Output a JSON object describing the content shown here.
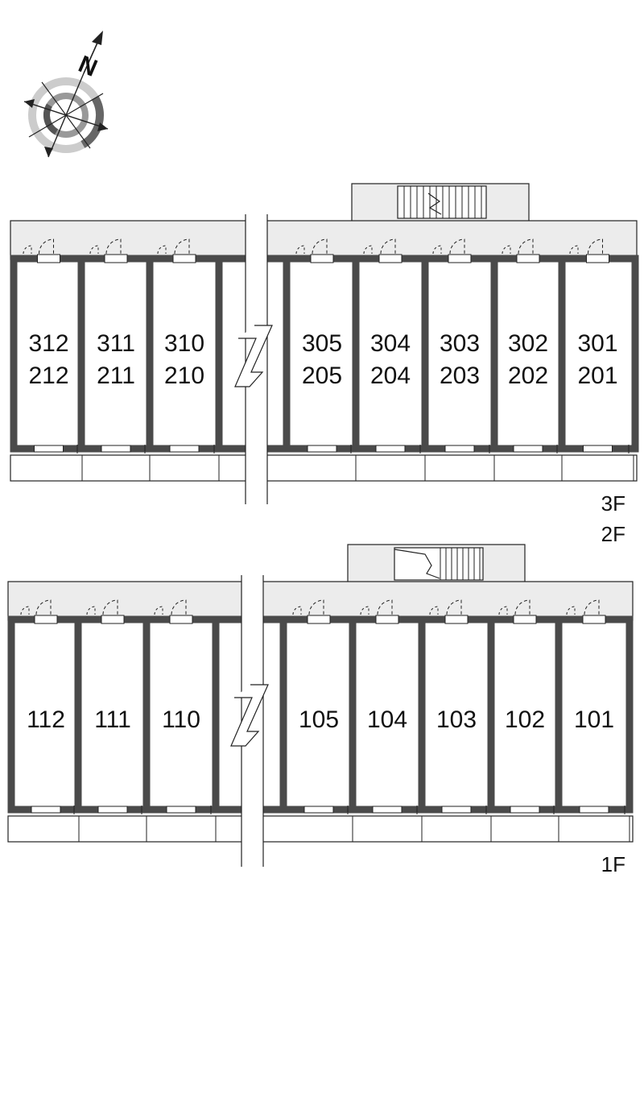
{
  "compass": {
    "north_label": "N",
    "icon": "north-arrow-compass-icon"
  },
  "upper_plan": {
    "floor_labels": [
      "3F",
      "2F"
    ],
    "units_left": [
      {
        "top": "312",
        "bottom": "212"
      },
      {
        "top": "311",
        "bottom": "211"
      },
      {
        "top": "310",
        "bottom": "210"
      }
    ],
    "units_right": [
      {
        "top": "305",
        "bottom": "205"
      },
      {
        "top": "304",
        "bottom": "204"
      },
      {
        "top": "303",
        "bottom": "203"
      },
      {
        "top": "302",
        "bottom": "202"
      },
      {
        "top": "301",
        "bottom": "201"
      }
    ]
  },
  "lower_plan": {
    "floor_labels": [
      "1F"
    ],
    "units_left": [
      "112",
      "111",
      "110"
    ],
    "units_right": [
      "105",
      "104",
      "103",
      "102",
      "101"
    ]
  },
  "colors": {
    "wall": "#4a4a4a",
    "corridor": "#ececec",
    "line": "#222222"
  }
}
